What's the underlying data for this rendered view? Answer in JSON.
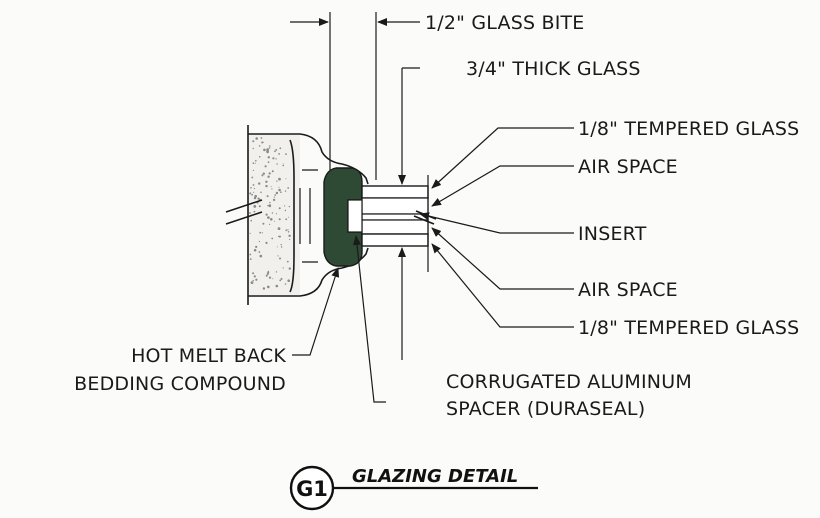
{
  "labels": {
    "glass_bite": "1/2\" GLASS BITE",
    "thick_glass": "3/4\" THICK GLASS",
    "tempered_top": "1/8\" TEMPERED GLASS",
    "air_space_top": "AIR SPACE",
    "insert": "INSERT",
    "air_space_bottom": "AIR SPACE",
    "tempered_bottom": "1/8\" TEMPERED GLASS",
    "hot_melt_1": "HOT MELT BACK",
    "hot_melt_2": "BEDDING COMPOUND",
    "spacer_1": "CORRUGATED ALUMINUM",
    "spacer_2": "SPACER (DURASEAL)"
  },
  "title": {
    "tag": "G1",
    "text": "GLAZING DETAIL"
  },
  "colors": {
    "compound": "#2f4a34",
    "line": "#1a1a1a",
    "stipple": "#8a8a8a"
  }
}
